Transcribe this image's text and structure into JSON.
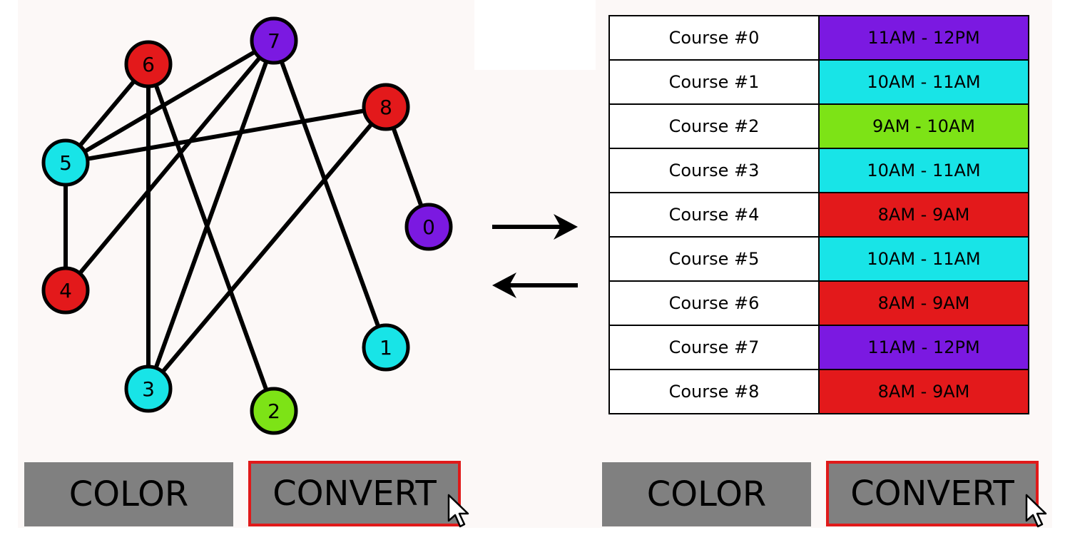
{
  "colors": {
    "red": "#e3191b",
    "cyan": "#18e4e7",
    "purple": "#7b19e1",
    "green": "#7de316",
    "panel_background": "#fcf8f7",
    "button_gray": "#808080",
    "button_active_border": "#e01a1a"
  },
  "graph": {
    "nodes": [
      {
        "label": "0",
        "color": "#7b19e1"
      },
      {
        "label": "1",
        "color": "#18e4e7"
      },
      {
        "label": "2",
        "color": "#7de316"
      },
      {
        "label": "3",
        "color": "#18e4e7"
      },
      {
        "label": "4",
        "color": "#e3191b"
      },
      {
        "label": "5",
        "color": "#18e4e7"
      },
      {
        "label": "6",
        "color": "#e3191b"
      },
      {
        "label": "7",
        "color": "#7b19e1"
      },
      {
        "label": "8",
        "color": "#e3191b"
      }
    ],
    "edges": [
      [
        "5",
        "6"
      ],
      [
        "5",
        "7"
      ],
      [
        "5",
        "8"
      ],
      [
        "5",
        "4"
      ],
      [
        "6",
        "3"
      ],
      [
        "6",
        "2"
      ],
      [
        "7",
        "4"
      ],
      [
        "7",
        "3"
      ],
      [
        "7",
        "1"
      ],
      [
        "8",
        "3"
      ],
      [
        "8",
        "0"
      ]
    ]
  },
  "arrows": {
    "forward_icon": "arrow-right-icon",
    "back_icon": "arrow-left-icon"
  },
  "table": {
    "rows": [
      {
        "course": "Course #0",
        "time": "11AM - 12PM",
        "color": "#7b19e1"
      },
      {
        "course": "Course #1",
        "time": "10AM - 11AM",
        "color": "#18e4e7"
      },
      {
        "course": "Course #2",
        "time": "9AM - 10AM",
        "color": "#7de316"
      },
      {
        "course": "Course #3",
        "time": "10AM - 11AM",
        "color": "#18e4e7"
      },
      {
        "course": "Course #4",
        "time": "8AM - 9AM",
        "color": "#e3191b"
      },
      {
        "course": "Course #5",
        "time": "10AM - 11AM",
        "color": "#18e4e7"
      },
      {
        "course": "Course #6",
        "time": "8AM - 9AM",
        "color": "#e3191b"
      },
      {
        "course": "Course #7",
        "time": "11AM - 12PM",
        "color": "#7b19e1"
      },
      {
        "course": "Course #8",
        "time": "8AM - 9AM",
        "color": "#e3191b"
      }
    ]
  },
  "left_buttons": {
    "color_label": "COLOR",
    "convert_label": "CONVERT"
  },
  "right_buttons": {
    "color_label": "COLOR",
    "convert_label": "CONVERT"
  },
  "cursor_icon": "mouse-pointer-icon"
}
